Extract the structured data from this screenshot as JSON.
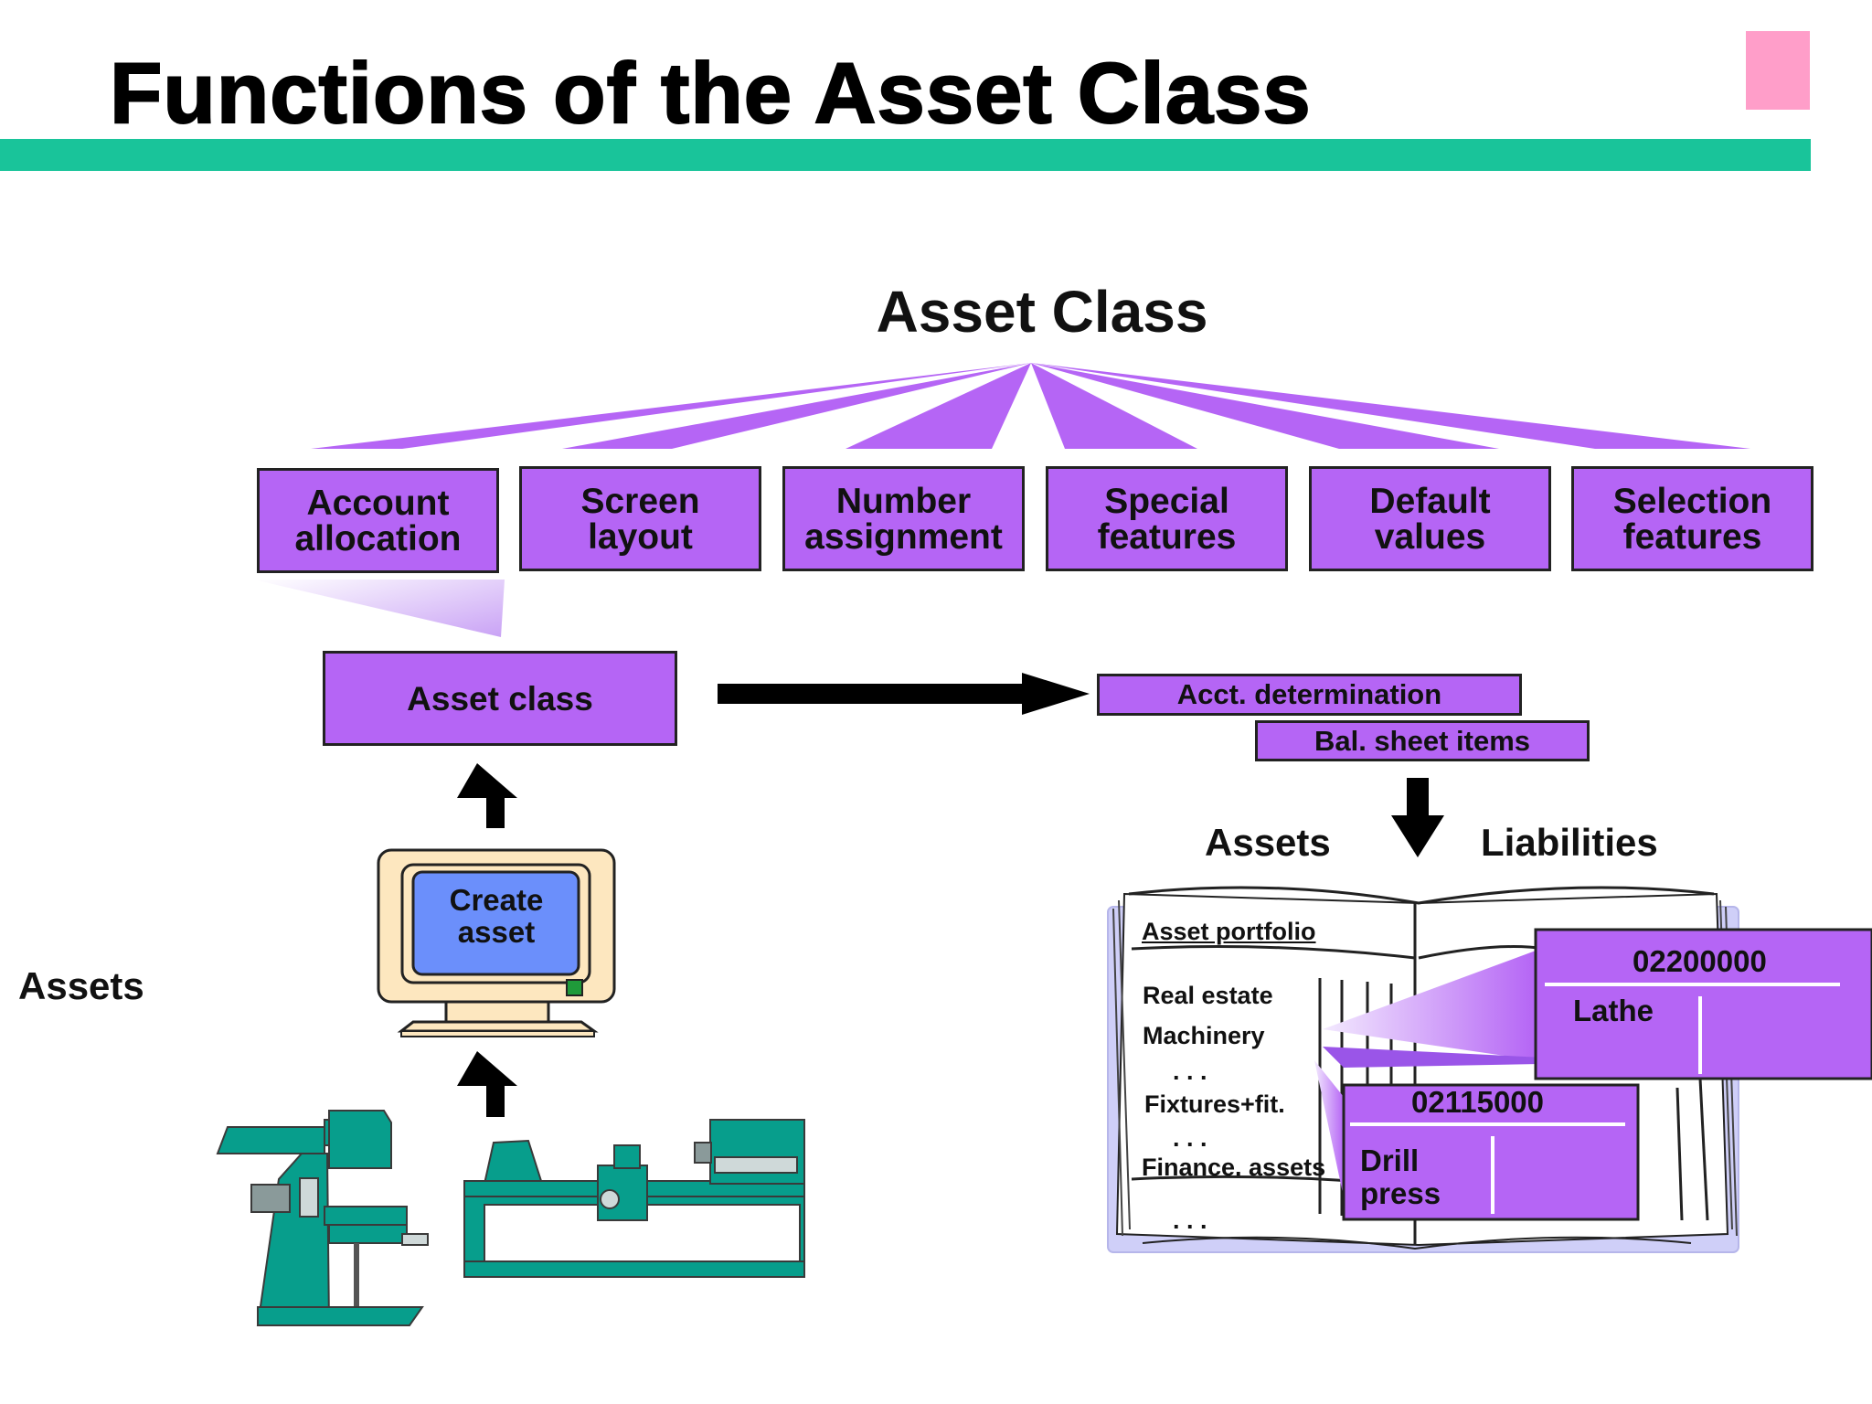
{
  "header": {
    "title": "Functions of the Asset Class",
    "accent_color": "#19c49a",
    "corner_color": "#ff9ec9"
  },
  "diagram": {
    "root_label": "Asset Class",
    "function_boxes": [
      "Account\nallocation",
      "Screen\nlayout",
      "Number\nassignment",
      "Special\nfeatures",
      "Default\nvalues",
      "Selection\nfeatures"
    ],
    "asset_class_box": "Asset class",
    "acct_determination": "Acct. determination",
    "bal_sheet_items": "Bal. sheet items",
    "assets_header": "Assets",
    "liabilities_header": "Liabilities",
    "left_assets_label": "Assets",
    "computer_screen_text": "Create\nasset",
    "box_color": "#b565f5"
  },
  "ledger": {
    "heading": "Asset portfolio",
    "items": [
      "Real estate",
      "Machinery",
      ". . .",
      "Fixtures+fit.",
      ". . .",
      "Finance. assets",
      ". . ."
    ],
    "cards": [
      {
        "number": "02200000",
        "item": "Lathe"
      },
      {
        "number": "02115000",
        "item": "Drill\npress"
      }
    ]
  }
}
